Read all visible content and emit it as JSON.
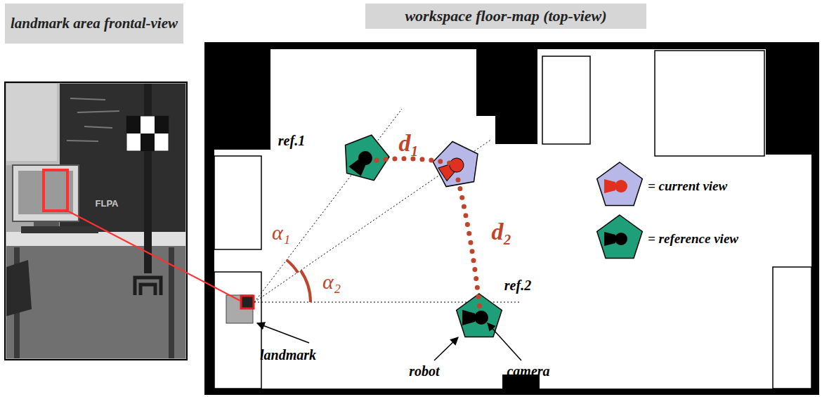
{
  "diagram": {
    "nodes": [
      {
        "text": [
          "landmark area frontal-view"
        ]
      },
      {
        "text": [
          "workspace floor-map (top-view)"
        ]
      }
    ],
    "labels": [
      "FLPA",
      "ref.1",
      "d₁",
      "α₁",
      "α₂",
      "d₂",
      "ref.2",
      "landmark",
      "robot",
      "camera"
    ],
    "legend": [
      {
        "text": "= current view"
      },
      {
        "text": "= reference view"
      }
    ]
  }
}
